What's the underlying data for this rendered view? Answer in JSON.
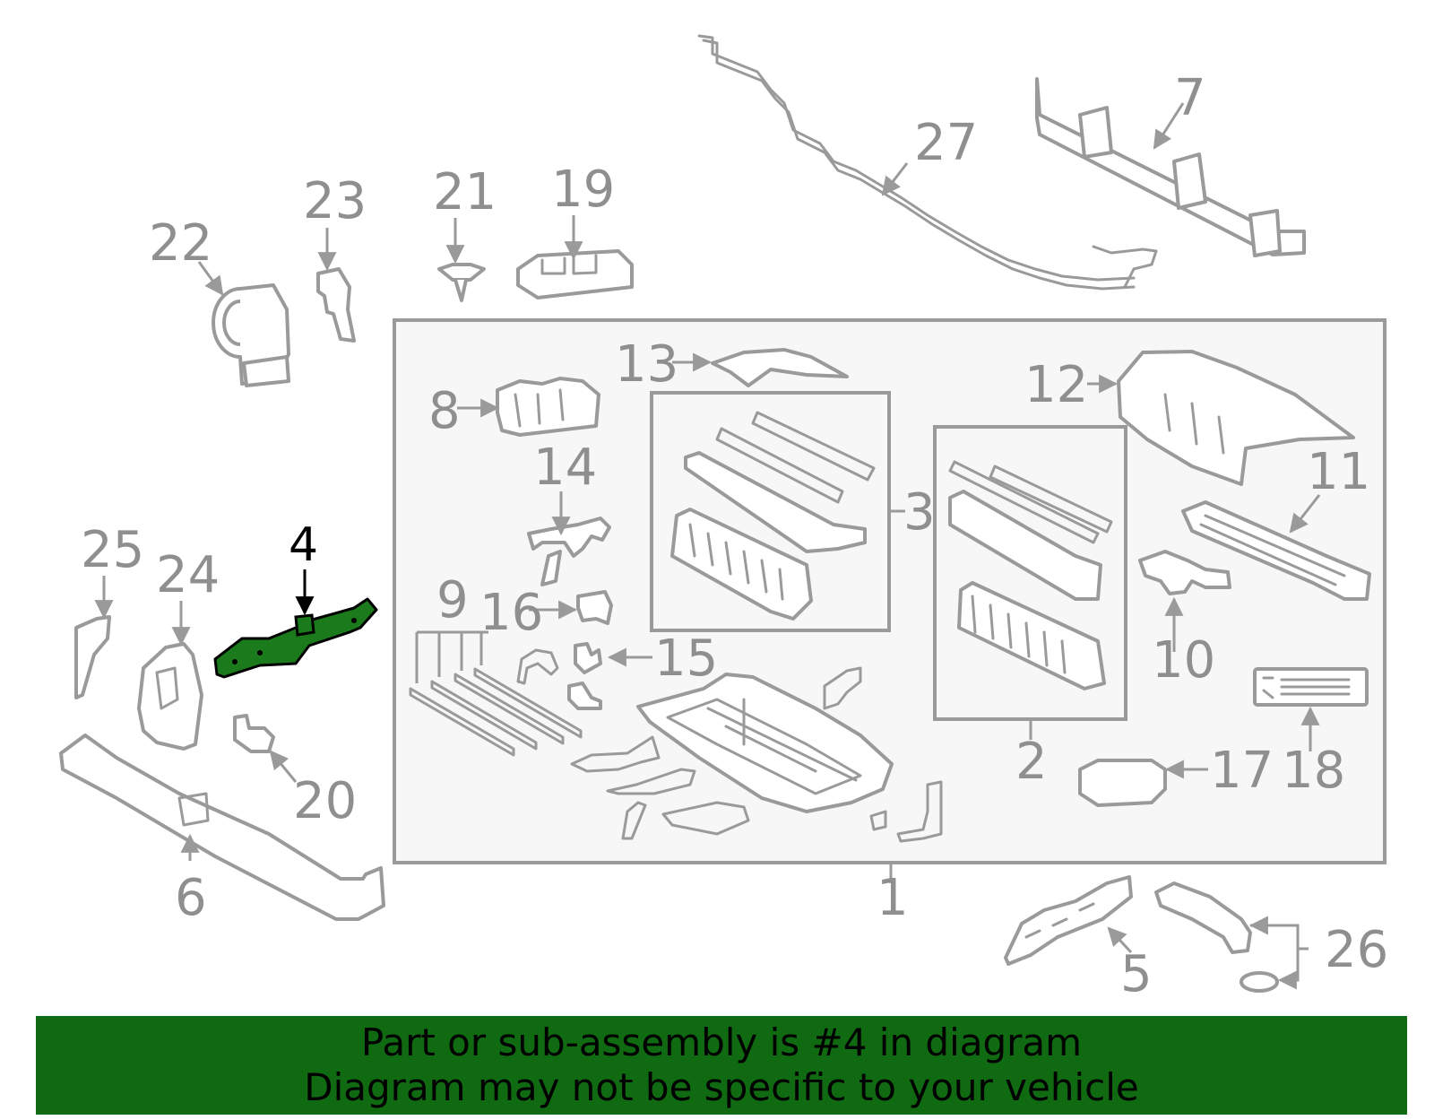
{
  "highlight_color": "#1a7a1c",
  "banner_color": "#0f6a12",
  "callouts": {
    "c1": "1",
    "c2": "2",
    "c3": "3",
    "c4": "4",
    "c5": "5",
    "c6": "6",
    "c7": "7",
    "c8": "8",
    "c9": "9",
    "c10": "10",
    "c11": "11",
    "c12": "12",
    "c13": "13",
    "c14": "14",
    "c15": "15",
    "c16": "16",
    "c17": "17",
    "c18": "18",
    "c19": "19",
    "c20": "20",
    "c21": "21",
    "c22": "22",
    "c23": "23",
    "c24": "24",
    "c25": "25",
    "c26": "26",
    "c27": "27"
  },
  "banner": {
    "line1": "Part or sub-assembly is #4 in diagram",
    "line2": "Diagram may not be specific to your vehicle"
  }
}
